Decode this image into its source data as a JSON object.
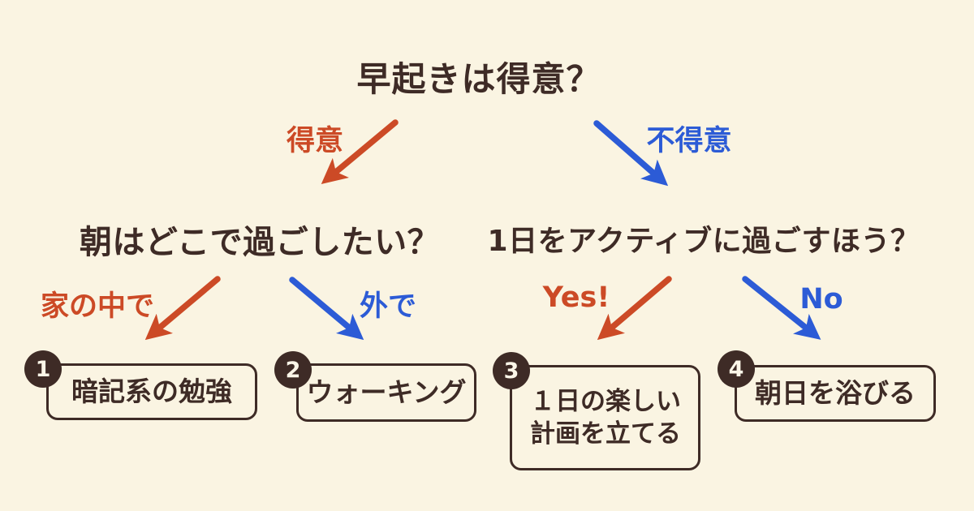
{
  "colors": {
    "background": "#FAF4E2",
    "brown": "#3E2B26",
    "red": "#CC4A26",
    "blue": "#2C5BD6",
    "circle_text": "#FBF6E8"
  },
  "root_question": "早起きは得意？",
  "level1": {
    "left_label": "得意",
    "right_label": "不得意"
  },
  "questions": {
    "left": "朝はどこで過ごしたい？",
    "right": "1日をアクティブに過ごすほう？"
  },
  "level2": {
    "home_label": "家の中で",
    "outside_label": "外で",
    "yes_label": "Yes!",
    "no_label": "No"
  },
  "results": [
    {
      "number": "1",
      "lines": [
        "暗記系の勉強"
      ]
    },
    {
      "number": "2",
      "lines": [
        "ウォーキング"
      ]
    },
    {
      "number": "3",
      "lines": [
        "１日の楽しい",
        "計画を立てる"
      ]
    },
    {
      "number": "4",
      "lines": [
        "朝日を浴びる"
      ]
    }
  ]
}
